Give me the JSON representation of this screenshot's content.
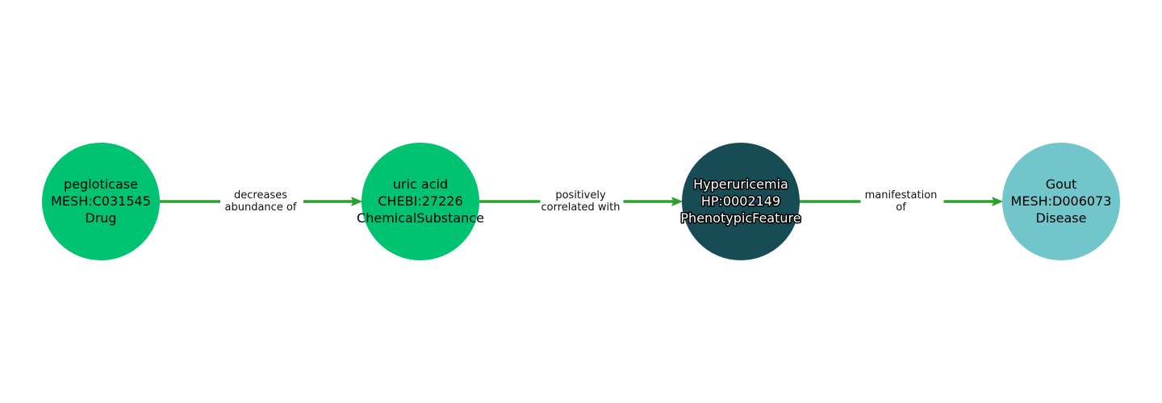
{
  "colors": {
    "edge": "#2ca02c",
    "Drug": "#00c371",
    "ChemicalSubstance": "#00c371",
    "PhenotypicFeature": "#174c55",
    "Disease": "#70c6cb"
  },
  "nodes": [
    {
      "name": "pegloticase",
      "id": "MESH:C031545",
      "category": "Drug",
      "outlined": false
    },
    {
      "name": "uric acid",
      "id": "CHEBI:27226",
      "category": "ChemicalSubstance",
      "outlined": false
    },
    {
      "name": "Hyperuricemia",
      "id": "HP:0002149",
      "category": "PhenotypicFeature",
      "outlined": true
    },
    {
      "name": "Gout",
      "id": "MESH:D006073",
      "category": "Disease",
      "outlined": false
    }
  ],
  "edges": [
    {
      "source": 0,
      "target": 1,
      "label_lines": [
        "decreases",
        "abundance of"
      ]
    },
    {
      "source": 1,
      "target": 2,
      "label_lines": [
        "positively",
        "correlated with"
      ]
    },
    {
      "source": 2,
      "target": 3,
      "label_lines": [
        "manifestation",
        "of"
      ]
    }
  ]
}
